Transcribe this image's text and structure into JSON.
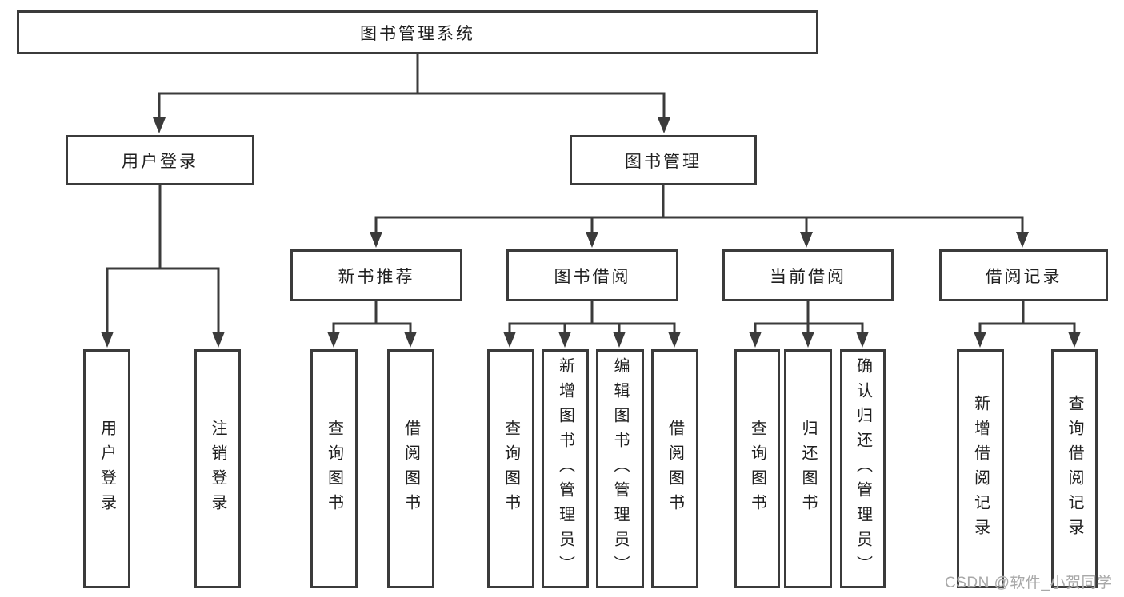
{
  "diagram_title": "图书管理系统",
  "colors": {
    "line": "#3b3b3b",
    "text": "#1f1f1f",
    "background": "#ffffff",
    "watermark": "#a8a8a8"
  },
  "nodes": {
    "root": {
      "label": "图书管理系统"
    },
    "user_login": {
      "label": "用户登录"
    },
    "book_mgmt": {
      "label": "图书管理"
    },
    "new_books": {
      "label": "新书推荐"
    },
    "book_borrow": {
      "label": "图书借阅"
    },
    "current_borrow": {
      "label": "当前借阅"
    },
    "borrow_records": {
      "label": "借阅记录"
    },
    "leaf_user_login": {
      "label": "用户登录"
    },
    "leaf_logout": {
      "label": "注销登录"
    },
    "leaf_nb_query_books": {
      "label": "查询图书"
    },
    "leaf_nb_borrow_books": {
      "label": "借阅图书"
    },
    "leaf_bb_query_books": {
      "label": "查询图书"
    },
    "leaf_bb_add_books": {
      "label": "新增图书（管理员）"
    },
    "leaf_bb_edit_books": {
      "label": "编辑图书（管理员）"
    },
    "leaf_bb_borrow_books": {
      "label": "借阅图书"
    },
    "leaf_cb_query_books": {
      "label": "查询图书"
    },
    "leaf_cb_return_books": {
      "label": "归还图书"
    },
    "leaf_cb_confirm_return": {
      "label": "确认归还（管理员）"
    },
    "leaf_br_add_record": {
      "label": "新增借阅记录"
    },
    "leaf_br_query_record": {
      "label": "查询借阅记录"
    }
  },
  "watermark": {
    "text": "CSDN @软件_小贺同学"
  }
}
